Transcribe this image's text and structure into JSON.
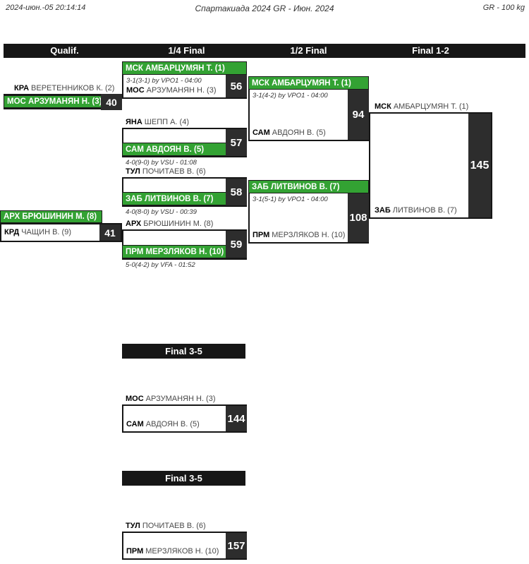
{
  "header": {
    "datetime": "2024-июн.-05 20:14:14",
    "title": "Спартакиада 2024 GR - Июн. 2024",
    "category": "GR - 100 kg"
  },
  "rounds": {
    "qualif": "Qualif.",
    "quarterfinal": "1/4 Final",
    "semifinal": "1/2 Final",
    "final": "Final 1-2",
    "final35": "Final 3-5"
  },
  "colors": {
    "winner_green": "#33a233",
    "number_panel_dark": "#2d2d2d",
    "header_bar_black": "#161616"
  },
  "matches": {
    "m40": {
      "number": "40",
      "top_code": "КРА",
      "top_name": "ВЕРЕТЕННИКОВ К. (2)",
      "winner_text": "МОС АРЗУМАНЯН Н. (3)"
    },
    "m41": {
      "number": "41",
      "winner_text": "АРХ БРЮШИНИН М. (8)",
      "bottom_code": "КРД",
      "bottom_name": "ЧАЩИН В. (9)"
    },
    "m56": {
      "number": "56",
      "winner_text": "МСК АМБАРЦУМЯН Т. (1)",
      "note": "3-1(3-1) by VPO1 - 04:00",
      "loser_code": "МОС",
      "loser_name": "АРЗУМАНЯН Н. (3)"
    },
    "m57": {
      "number": "57",
      "top_code": "ЯНА",
      "top_name": "ШЕПП А. (4)",
      "winner_text": "САМ АВДОЯН В. (5)",
      "note": "4-0(9-0) by VSU - 01:08"
    },
    "m58": {
      "number": "58",
      "top_code": "ТУЛ",
      "top_name": "ПОЧИТАЕВ В. (6)",
      "winner_text": "ЗАБ ЛИТВИНОВ В. (7)",
      "note": "4-0(8-0) by VSU - 00:39"
    },
    "m59": {
      "number": "59",
      "top_code": "АРХ",
      "top_name": "БРЮШИНИН М. (8)",
      "winner_text": "ПРМ МЕРЗЛЯКОВ Н. (10)",
      "note": "5-0(4-2) by VFA - 01:52"
    },
    "m94": {
      "number": "94",
      "winner_text": "МСК АМБАРЦУМЯН Т. (1)",
      "note": "3-1(4-2) by VPO1 - 04:00",
      "loser_code": "САМ",
      "loser_name": "АВДОЯН В. (5)"
    },
    "m108": {
      "number": "108",
      "winner_text": "ЗАБ ЛИТВИНОВ В. (7)",
      "note": "3-1(5-1) by VPO1 - 04:00",
      "loser_code": "ПРМ",
      "loser_name": "МЕРЗЛЯКОВ Н. (10)"
    },
    "m145": {
      "number": "145",
      "top_code": "МСК",
      "top_name": "АМБАРЦУМЯН Т. (1)",
      "bottom_code": "ЗАБ",
      "bottom_name": "ЛИТВИНОВ В. (7)"
    },
    "m144": {
      "number": "144",
      "top_code": "МОС",
      "top_name": "АРЗУМАНЯН Н. (3)",
      "bottom_code": "САМ",
      "bottom_name": "АВДОЯН В. (5)"
    },
    "m157": {
      "number": "157",
      "top_code": "ТУЛ",
      "top_name": "ПОЧИТАЕВ В. (6)",
      "bottom_code": "ПРМ",
      "bottom_name": "МЕРЗЛЯКОВ Н. (10)"
    }
  }
}
